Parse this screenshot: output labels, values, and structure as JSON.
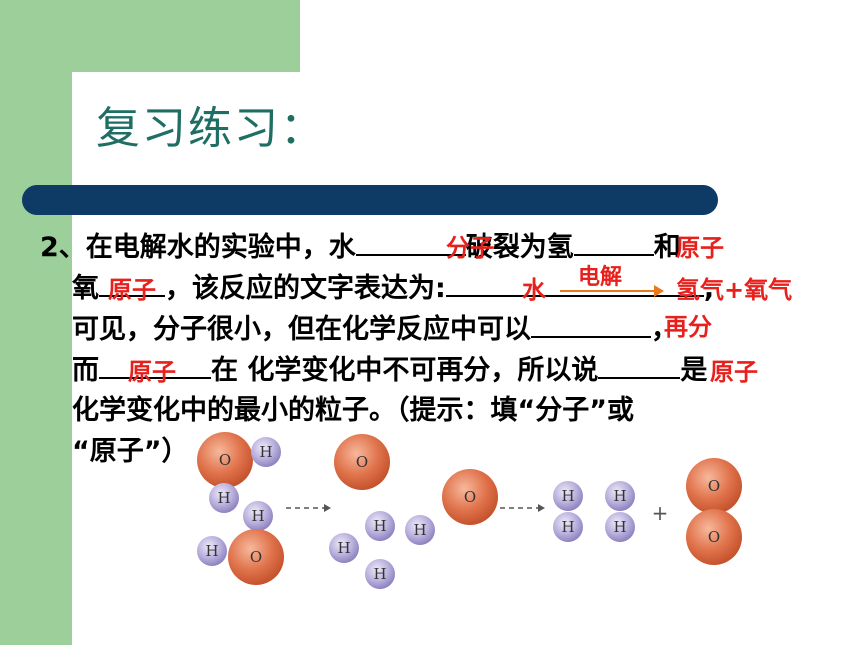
{
  "slide": {
    "title": "复习练习：",
    "q_number": "2",
    "lines": {
      "l1a": "、在电解水的实验中，水",
      "l1b": "破裂为氢",
      "l1c": "和",
      "l2a": "氧",
      "l2b": "，该反应的文字表达为:",
      "l2c": ",",
      "l3a": "可见，分子很小，但在化学反应中可以",
      "l3b": "，",
      "l4a": "而",
      "l4b": "在 化学变化中不可再分，所以说",
      "l4c": "是",
      "l5": "化学变化中的最小的粒子。（提示：填“分子”或",
      "l6": "“原子”）"
    },
    "answers": {
      "a1": "分子",
      "a2": "原子",
      "a3": "原子",
      "a4_left": "水",
      "a4_condition": "电解",
      "a4_right": "氢气+氧气",
      "a5": "再分",
      "a6": "原子",
      "a7": "原子"
    },
    "diagram": {
      "labels": {
        "oxygen": "O",
        "hydrogen": "H",
        "plus": "+"
      }
    },
    "colors": {
      "green_band": "#9ccf9a",
      "title": "#1f6e64",
      "bar": "#0e3a66",
      "answer_red": "#e8201c",
      "arrow_orange": "#e87a1c",
      "oxygen_atom": "#e0734c",
      "hydrogen_atom": "#b9b0dd"
    }
  }
}
